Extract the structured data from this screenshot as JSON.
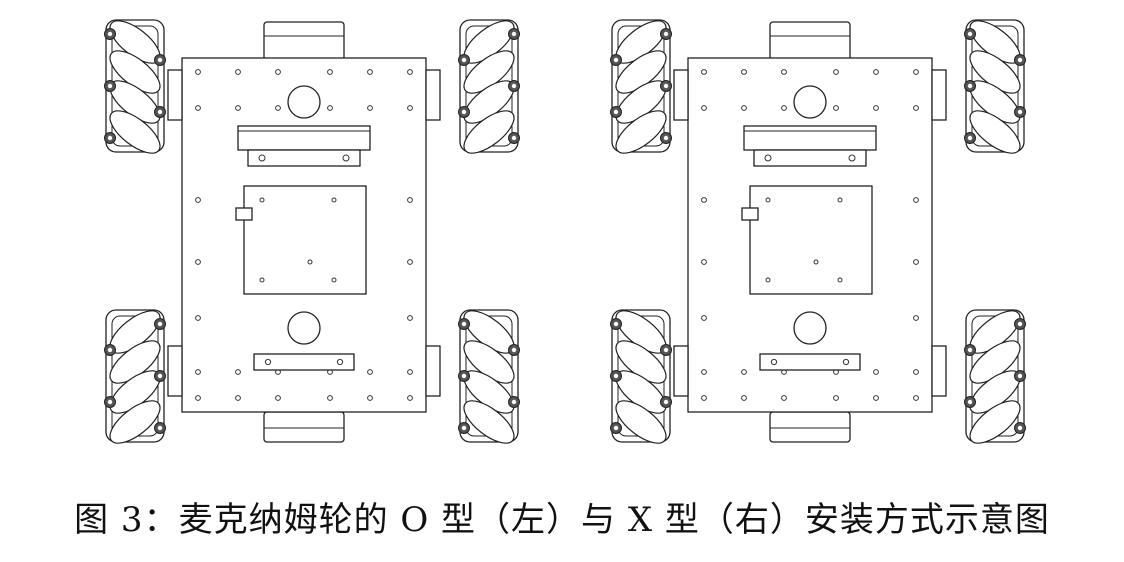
{
  "figure": {
    "caption": "图 3：麦克纳姆轮的 O 型（左）与 X 型（右）安装方式示意图",
    "configurations": [
      {
        "label": "O",
        "position": "left",
        "roller_orientation": [
          "front-left:\\",
          "front-right:/",
          "rear-left:/",
          "rear-right:\\"
        ]
      },
      {
        "label": "X",
        "position": "right",
        "roller_orientation": [
          "front-left:/",
          "front-right:\\",
          "rear-left:\\",
          "rear-right:/"
        ]
      }
    ]
  },
  "colors": {
    "line": "#222222",
    "fill": "#ffffff",
    "hole": "#333333",
    "roller_shade": "#555555"
  }
}
